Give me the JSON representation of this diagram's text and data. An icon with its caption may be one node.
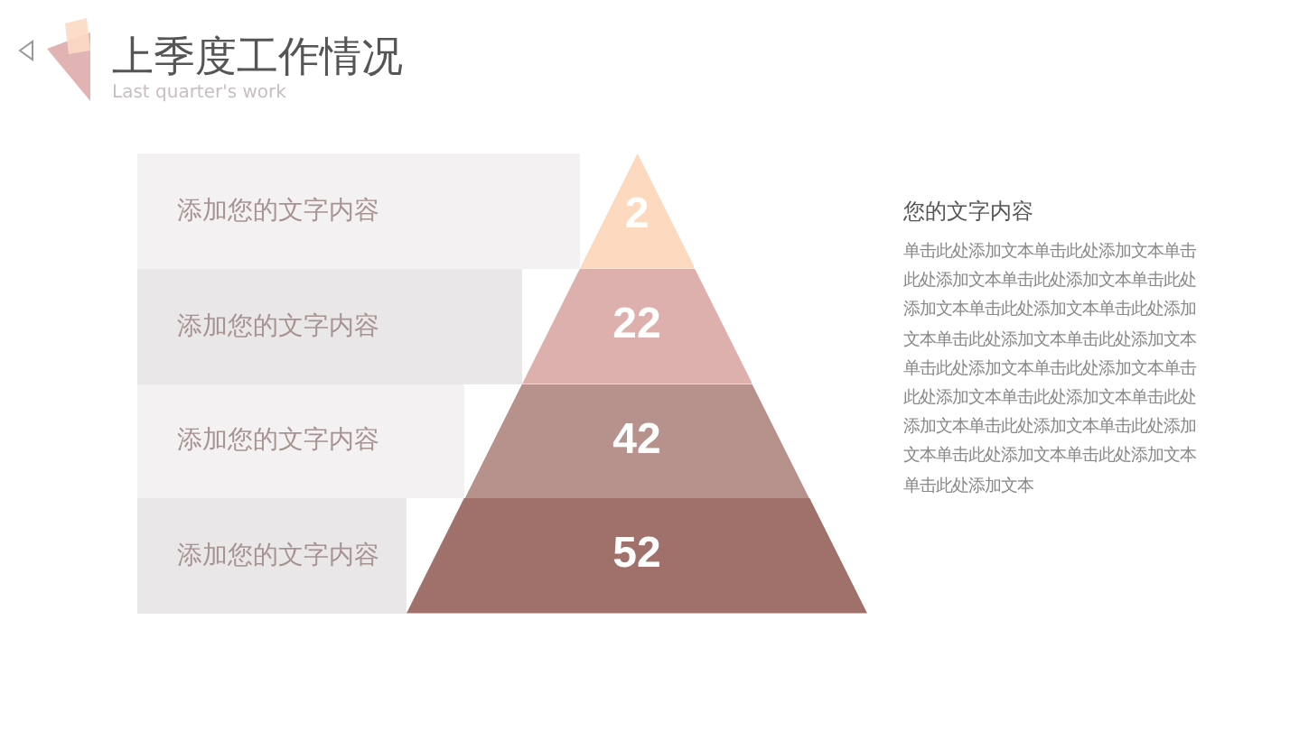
{
  "diagram": {
    "title": "上季度工作情况",
    "nodes": [
      {
        "text": [
          "添加您的文字内容"
        ]
      },
      {
        "text": [
          "添加您的文字内容"
        ]
      },
      {
        "text": [
          "添加您的文字内容"
        ]
      },
      {
        "text": [
          "添加您的文字内容"
        ]
      },
      {
        "text": [
          "2"
        ]
      },
      {
        "text": [
          "22"
        ]
      },
      {
        "text": [
          "42"
        ]
      },
      {
        "text": [
          "52"
        ]
      }
    ],
    "edges": [],
    "labels": [
      "Last quarter's work",
      "您的文字内容",
      "单击此处添加文本单击此处添加文本单击此处添加文本单击此处添加文本单击此处添加文本单击此处添加文本单击此处添加文本单击此处添加文本单击此处添加文本单击此处添加文本单击此处添加文本单击此处添加文本单击此处添加文本单击此处添加文本单击此处添加文本单击此处添加文本单击此处添加文本单击此处添加文本单击此处添加文本"
    ]
  }
}
